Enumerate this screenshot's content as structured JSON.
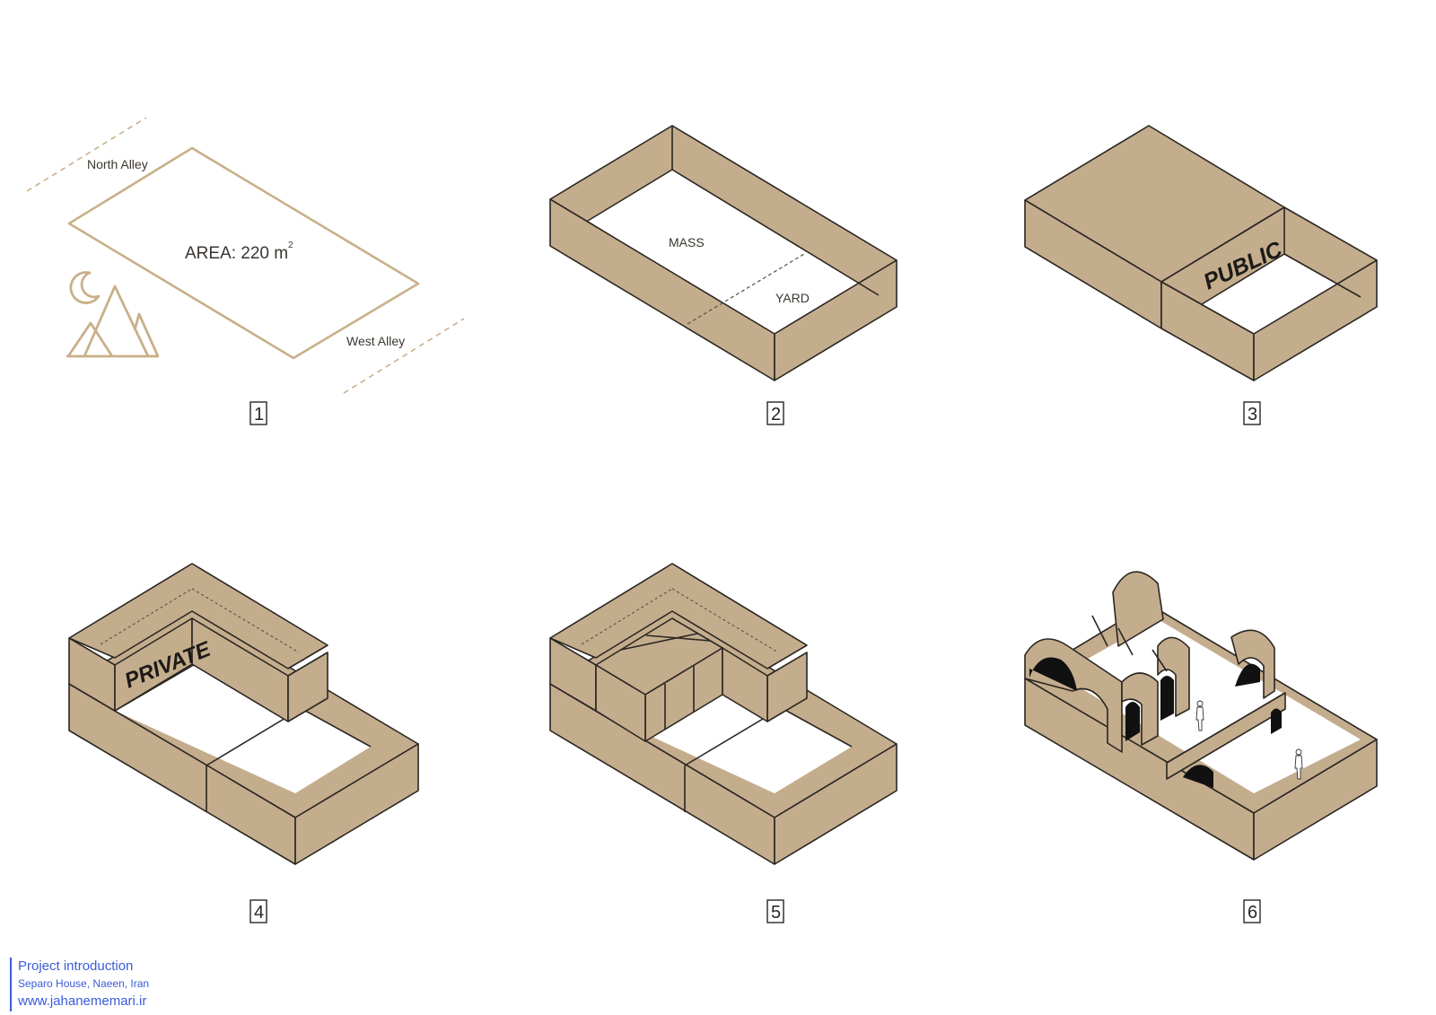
{
  "palette": {
    "wall_fill": "#c4ad8d",
    "site_line": "#c9b089",
    "ink": "#2a2622",
    "credit_blue": "#3b5bd9"
  },
  "diagram1": {
    "north_alley": "North Alley",
    "west_alley": "West Alley",
    "area_label": "AREA: 220 m",
    "area_superscript": "2",
    "moon_icon": "crescent-moon",
    "mountains_icon": "mountains"
  },
  "diagram2": {
    "mass_label": "MASS",
    "yard_label": "YARD"
  },
  "diagram3": {
    "public_label": "PUBLIC"
  },
  "diagram4": {
    "private_label": "PRIVATE"
  },
  "steps": [
    "1",
    "2",
    "3",
    "4",
    "5",
    "6"
  ],
  "credits": {
    "title": "Project introduction",
    "subtitle": "Separo House, Naeen, Iran",
    "url": "www.jahanememari.ir"
  }
}
